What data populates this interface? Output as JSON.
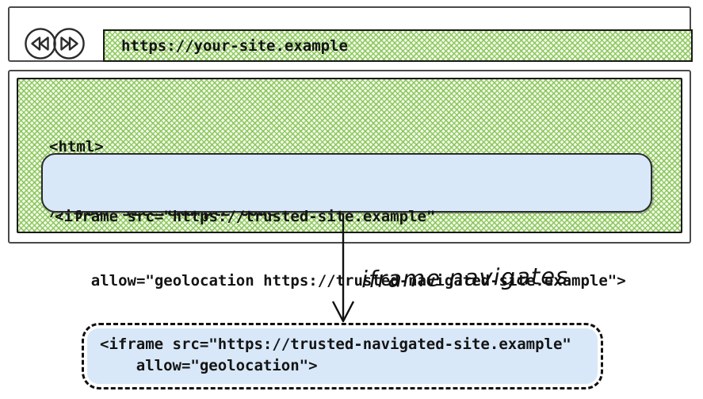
{
  "browser": {
    "url": "https://your-site.example"
  },
  "page": {
    "code_line1": "<html>",
    "code_line2": "// your-site.example code"
  },
  "iframe_before": {
    "code_line1": "<iframe src=\"https://trusted-site.example\"",
    "code_line2": "    allow=\"geolocation https://trusted-navigated-site.example\">"
  },
  "arrow": {
    "label": "iframe navigates"
  },
  "iframe_after": {
    "code_line1": "<iframe src=\"https://trusted-navigated-site.example\"",
    "code_line2": "    allow=\"geolocation\">"
  },
  "icons": {
    "back": "double-chevron-left-circle",
    "forward": "double-chevron-right-circle",
    "arrow": "down-arrow"
  },
  "colors": {
    "hatch_green": "#86c554",
    "hatch_bg": "#f5faee",
    "iframe_blue": "#d8e8f9",
    "frame_gray": "#4a4a4a",
    "ink": "#141414"
  }
}
